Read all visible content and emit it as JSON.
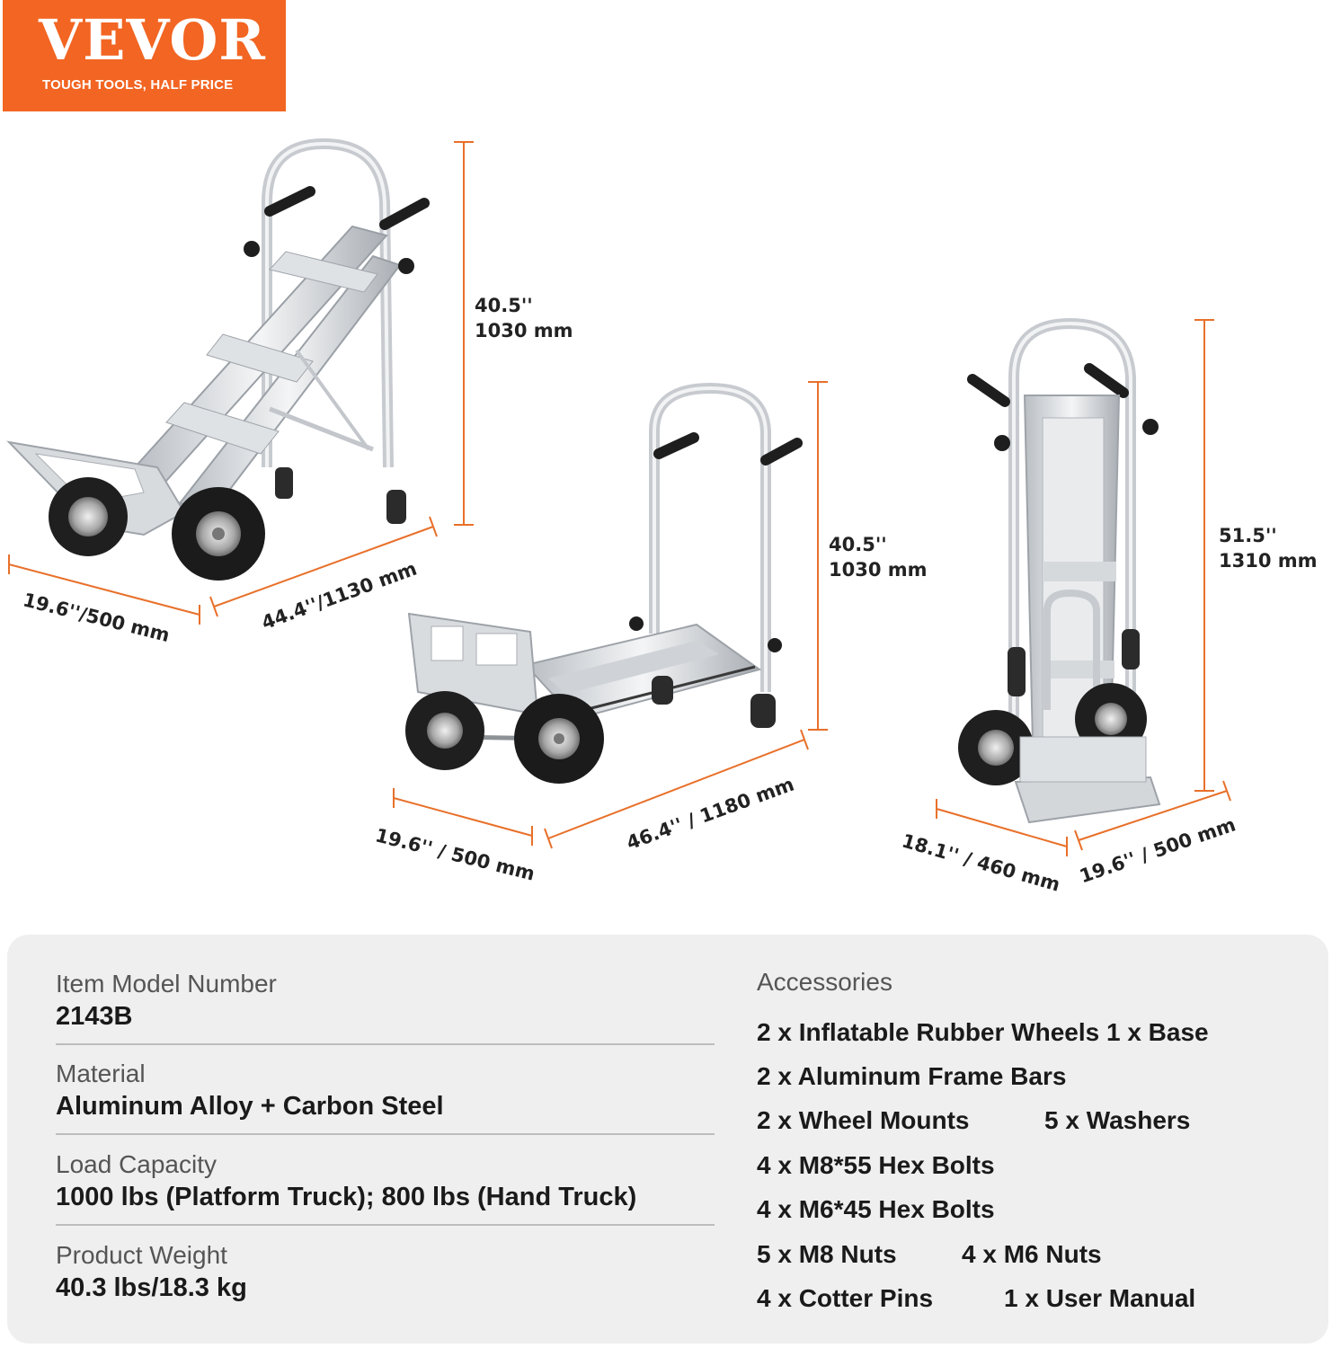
{
  "brand": {
    "name": "VEVOR",
    "tagline": "TOUGH TOOLS, HALF PRICE",
    "color": "#f26522"
  },
  "dimensions": {
    "hand_truck_angled": {
      "height": "40.5''",
      "height_mm": "1030 mm",
      "width": "19.6''/500 mm",
      "length": "44.4''/1130 mm"
    },
    "platform_truck": {
      "height": "40.5''",
      "height_mm": "1030 mm",
      "width": "19.6'' / 500 mm",
      "length": "46.4'' / 1180 mm"
    },
    "hand_truck_upright": {
      "height": "51.5''",
      "height_mm": "1310 mm",
      "depth": "18.1'' / 460 mm",
      "width": "19.6'' / 500 mm"
    }
  },
  "specs": [
    {
      "label": "Item Model Number",
      "value": "2143B"
    },
    {
      "label": "Material",
      "value": "Aluminum Alloy + Carbon Steel"
    },
    {
      "label": "Load Capacity",
      "value": "1000 lbs (Platform Truck); 800 lbs (Hand Truck)"
    },
    {
      "label": "Product Weight",
      "value": "40.3 lbs/18.3 kg"
    }
  ],
  "accessories": {
    "label": "Accessories",
    "rows": [
      [
        "2 x Inflatable Rubber Wheels 1 x Base"
      ],
      [
        "2 x Aluminum Frame Bars"
      ],
      [
        "2 x Wheel Mounts",
        "5 x Washers"
      ],
      [
        "4 x M8*55 Hex Bolts"
      ],
      [
        "4 x M6*45 Hex Bolts"
      ],
      [
        "5 x M8 Nuts",
        "4 x M6 Nuts"
      ],
      [
        "4 x Cotter Pins",
        "1 x User Manual"
      ]
    ]
  }
}
